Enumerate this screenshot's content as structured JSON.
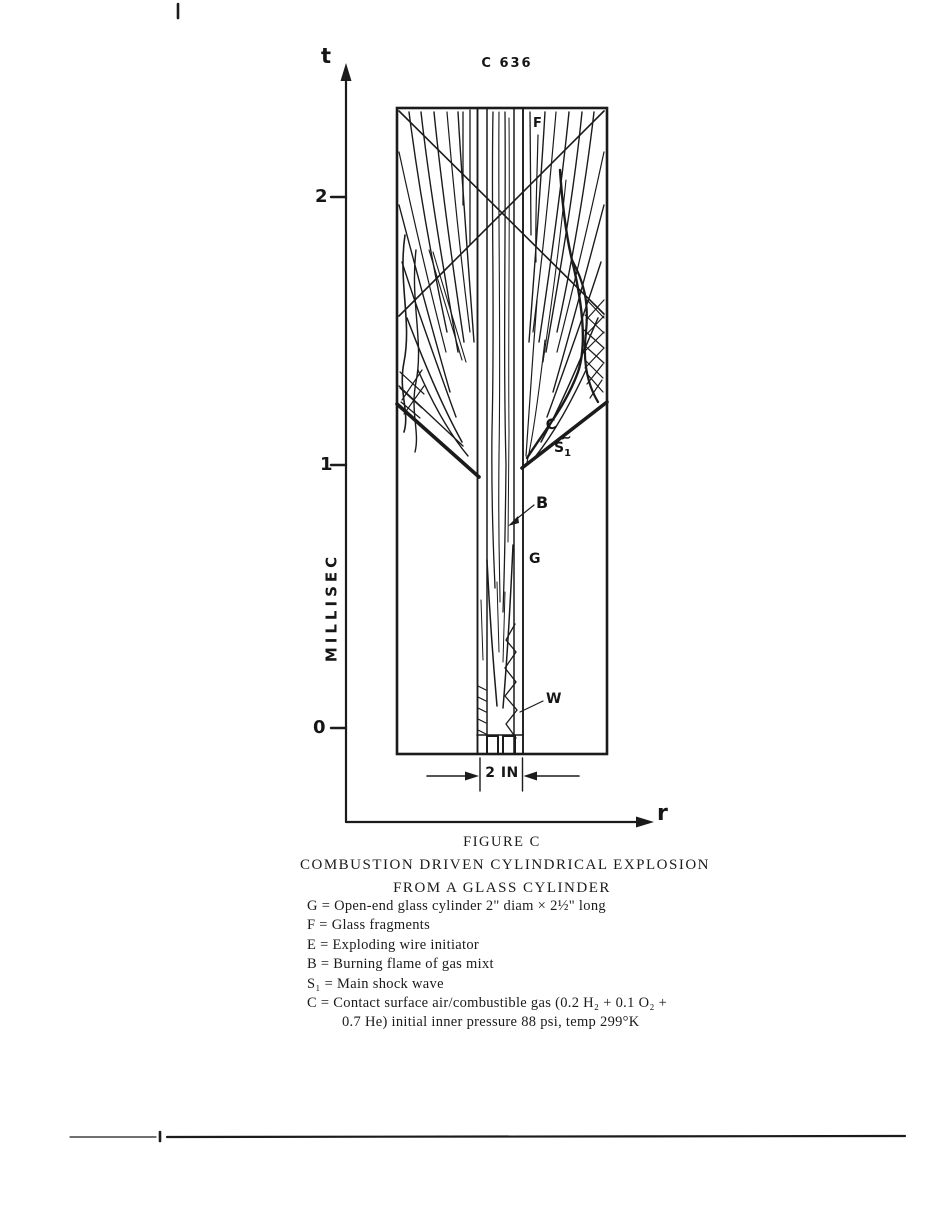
{
  "photo_id": "C 636",
  "axes": {
    "t_label": "t",
    "r_label": "r",
    "unit_label": "MILLISEC",
    "ticks": [
      {
        "label": "2"
      },
      {
        "label": "1"
      },
      {
        "label": "0"
      }
    ]
  },
  "labels": {
    "fragments": "F",
    "contact": "C",
    "shock_tilde": "~",
    "shock_letter": "S",
    "shock_sub": "1",
    "flame": "B",
    "cylinder": "G",
    "wire": "W"
  },
  "dimension_label": "2 IN",
  "caption": {
    "figure_title": "FIGURE C",
    "subtitle_line1": "COMBUSTION DRIVEN CYLINDRICAL EXPLOSION",
    "subtitle_line2": "FROM A GLASS CYLINDER"
  },
  "legend": {
    "items": [
      {
        "text": "G = Open-end glass cylinder 2\" diam × 2½\" long"
      },
      {
        "text": "F = Glass fragments"
      },
      {
        "text": "E = Exploding wire initiator"
      },
      {
        "text": "B = Burning flame of gas mixt"
      },
      {
        "text": "S₁ = Main shock wave"
      },
      {
        "text": "C = Contact surface air/combustible gas (0.2 H₂ + 0.1 O₂ +"
      },
      {
        "text": "0.7 He) initial inner pressure 88 psi, temp 299°K"
      }
    ]
  },
  "colors": {
    "ink": "#1b1b1b",
    "paper": "#ffffff"
  }
}
